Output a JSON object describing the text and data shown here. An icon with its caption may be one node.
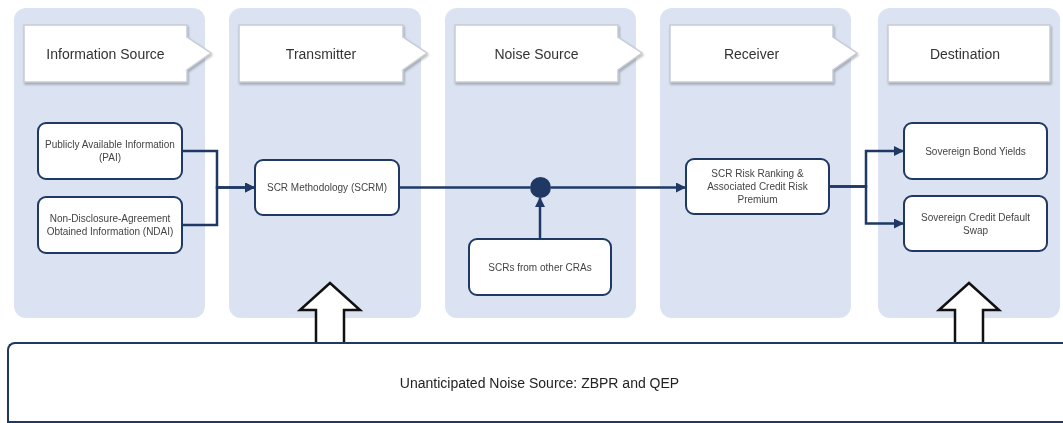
{
  "diagram": {
    "nodes": [
      {
        "text": [
          "Information Source"
        ]
      },
      {
        "text": [
          "Publicly Available Information (PAI)"
        ],
        "in": 0
      },
      {
        "text": [
          "Non-Disclosure-Agreement Obtained Information (NDAI)"
        ],
        "in": 0
      },
      {
        "text": [
          "Transmitter"
        ]
      },
      {
        "text": [
          "SCR Methodology (SCRM)"
        ],
        "in": 3
      },
      {
        "text": [
          "Noise Source"
        ]
      },
      {
        "text": [],
        "shape": "circle",
        "in": 5
      },
      {
        "text": [
          "SCRs from other CRAs"
        ],
        "in": 5
      },
      {
        "text": [
          "Receiver"
        ]
      },
      {
        "text": [
          "SCR Risk Ranking & Associated Credit Risk Premium"
        ],
        "in": 8
      },
      {
        "text": [
          "Destination"
        ]
      },
      {
        "text": [
          "Sovereign Bond Yields"
        ],
        "in": 10
      },
      {
        "text": [
          "Sovereign Credit Default Swap"
        ],
        "in": 10
      },
      {
        "text": [
          "Unanticipated Noise Source: ZBPR and QEP"
        ]
      }
    ],
    "edges": [
      {
        "from": 1,
        "to": 4,
        "arrow": "to"
      },
      {
        "from": 2,
        "to": 4,
        "arrow": "to"
      },
      {
        "from": 4,
        "to": 6,
        "arrow": "none"
      },
      {
        "from": 7,
        "to": 6,
        "arrow": "to"
      },
      {
        "from": 6,
        "to": 9,
        "arrow": "to"
      },
      {
        "from": 9,
        "to": 11,
        "arrow": "to"
      },
      {
        "from": 9,
        "to": 12,
        "arrow": "to"
      },
      {
        "from": 13,
        "to": 3,
        "arrow": "to",
        "style": "thick"
      },
      {
        "from": 13,
        "to": 10,
        "arrow": "to",
        "style": "thick"
      }
    ]
  }
}
